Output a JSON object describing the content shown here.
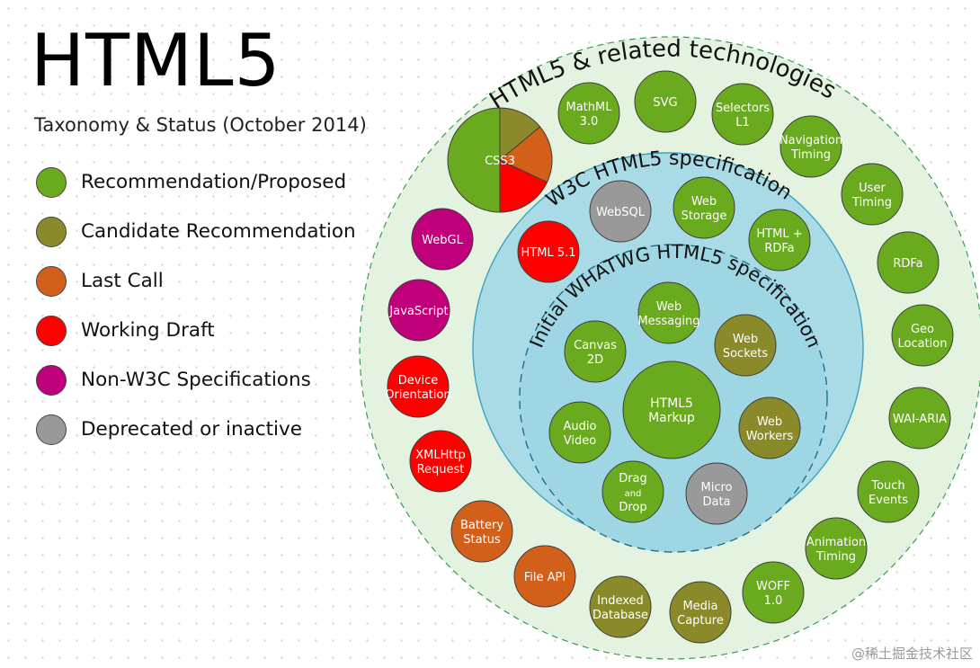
{
  "title": "HTML5",
  "subtitle": "Taxonomy & Status (October 2014)",
  "colors": {
    "recommendation": "#6aaa1e",
    "candidate": "#8a8a2a",
    "last_call": "#d2601a",
    "working_draft": "#ff0000",
    "non_w3c": "#c0007a",
    "deprecated": "#999999",
    "outer_ring_fill": "#e3f3e0",
    "middle_ring_fill": "#a8dbe6",
    "inner_ring_fill": "#9fd6e3"
  },
  "legend": [
    {
      "label": "Recommendation/Proposed",
      "status": "recommendation"
    },
    {
      "label": "Candidate Recommendation",
      "status": "candidate"
    },
    {
      "label": "Last Call",
      "status": "last_call"
    },
    {
      "label": "Working Draft",
      "status": "working_draft"
    },
    {
      "label": "Non-W3C Specifications",
      "status": "non_w3c"
    },
    {
      "label": "Deprecated or inactive",
      "status": "deprecated"
    }
  ],
  "rings": {
    "outer": "HTML5 & related technologies",
    "middle": "W3C HTML5 specification",
    "inner": "Initial WHATWG HTML5 specification"
  },
  "css3": {
    "label": "CSS3",
    "segments": [
      {
        "status": "recommendation",
        "fraction": 0.5
      },
      {
        "status": "candidate",
        "fraction": 0.14
      },
      {
        "status": "last_call",
        "fraction": 0.18
      },
      {
        "status": "working_draft",
        "fraction": 0.18
      }
    ]
  },
  "nodes": {
    "inner": [
      {
        "id": "web-messaging",
        "lines": [
          "Web",
          "Messaging"
        ],
        "status": "recommendation"
      },
      {
        "id": "canvas-2d",
        "lines": [
          "Canvas",
          "2D"
        ],
        "status": "recommendation"
      },
      {
        "id": "web-sockets",
        "lines": [
          "Web",
          "Sockets"
        ],
        "status": "candidate"
      },
      {
        "id": "html5-markup",
        "lines": [
          "HTML5",
          "Markup"
        ],
        "status": "recommendation"
      },
      {
        "id": "audio-video",
        "lines": [
          "Audio",
          "Video"
        ],
        "status": "recommendation"
      },
      {
        "id": "web-workers",
        "lines": [
          "Web",
          "Workers"
        ],
        "status": "candidate"
      },
      {
        "id": "drag-and-drop",
        "lines": [
          "Drag",
          "and",
          "Drop"
        ],
        "status": "recommendation"
      },
      {
        "id": "micro-data",
        "lines": [
          "Micro",
          "Data"
        ],
        "status": "deprecated"
      }
    ],
    "middle": [
      {
        "id": "websql",
        "lines": [
          "WebSQL"
        ],
        "status": "deprecated"
      },
      {
        "id": "web-storage",
        "lines": [
          "Web",
          "Storage"
        ],
        "status": "recommendation"
      },
      {
        "id": "html-rdfa",
        "lines": [
          "HTML +",
          "RDFa"
        ],
        "status": "recommendation"
      },
      {
        "id": "html-5-1",
        "lines": [
          "HTML 5.1"
        ],
        "status": "working_draft"
      }
    ],
    "outer": [
      {
        "id": "mathml",
        "lines": [
          "MathML",
          "3.0"
        ],
        "status": "recommendation"
      },
      {
        "id": "svg",
        "lines": [
          "SVG"
        ],
        "status": "recommendation"
      },
      {
        "id": "selectors",
        "lines": [
          "Selectors",
          "L1"
        ],
        "status": "recommendation"
      },
      {
        "id": "navigation-timing",
        "lines": [
          "Navigation",
          "Timing"
        ],
        "status": "recommendation"
      },
      {
        "id": "user-timing",
        "lines": [
          "User",
          "Timing"
        ],
        "status": "recommendation"
      },
      {
        "id": "rdfa",
        "lines": [
          "RDFa"
        ],
        "status": "recommendation"
      },
      {
        "id": "geo-location",
        "lines": [
          "Geo",
          "Location"
        ],
        "status": "recommendation"
      },
      {
        "id": "wai-aria",
        "lines": [
          "WAI-ARIA"
        ],
        "status": "recommendation"
      },
      {
        "id": "touch-events",
        "lines": [
          "Touch",
          "Events"
        ],
        "status": "recommendation"
      },
      {
        "id": "animation-timing",
        "lines": [
          "Animation",
          "Timing"
        ],
        "status": "recommendation"
      },
      {
        "id": "woff",
        "lines": [
          "WOFF",
          "1.0"
        ],
        "status": "recommendation"
      },
      {
        "id": "media-capture",
        "lines": [
          "Media",
          "Capture"
        ],
        "status": "candidate"
      },
      {
        "id": "indexed-database",
        "lines": [
          "Indexed",
          "Database"
        ],
        "status": "candidate"
      },
      {
        "id": "file-api",
        "lines": [
          "File API"
        ],
        "status": "last_call"
      },
      {
        "id": "battery-status",
        "lines": [
          "Battery",
          "Status"
        ],
        "status": "last_call"
      },
      {
        "id": "xmlhttp-request",
        "lines": [
          "XMLHttp",
          "Request"
        ],
        "status": "working_draft"
      },
      {
        "id": "device-orientation",
        "lines": [
          "Device",
          "Orientation"
        ],
        "status": "working_draft"
      },
      {
        "id": "javascript",
        "lines": [
          "JavaScript"
        ],
        "status": "non_w3c"
      },
      {
        "id": "webgl",
        "lines": [
          "WebGL"
        ],
        "status": "non_w3c"
      }
    ]
  },
  "watermark": "@稀土掘金技术社区"
}
